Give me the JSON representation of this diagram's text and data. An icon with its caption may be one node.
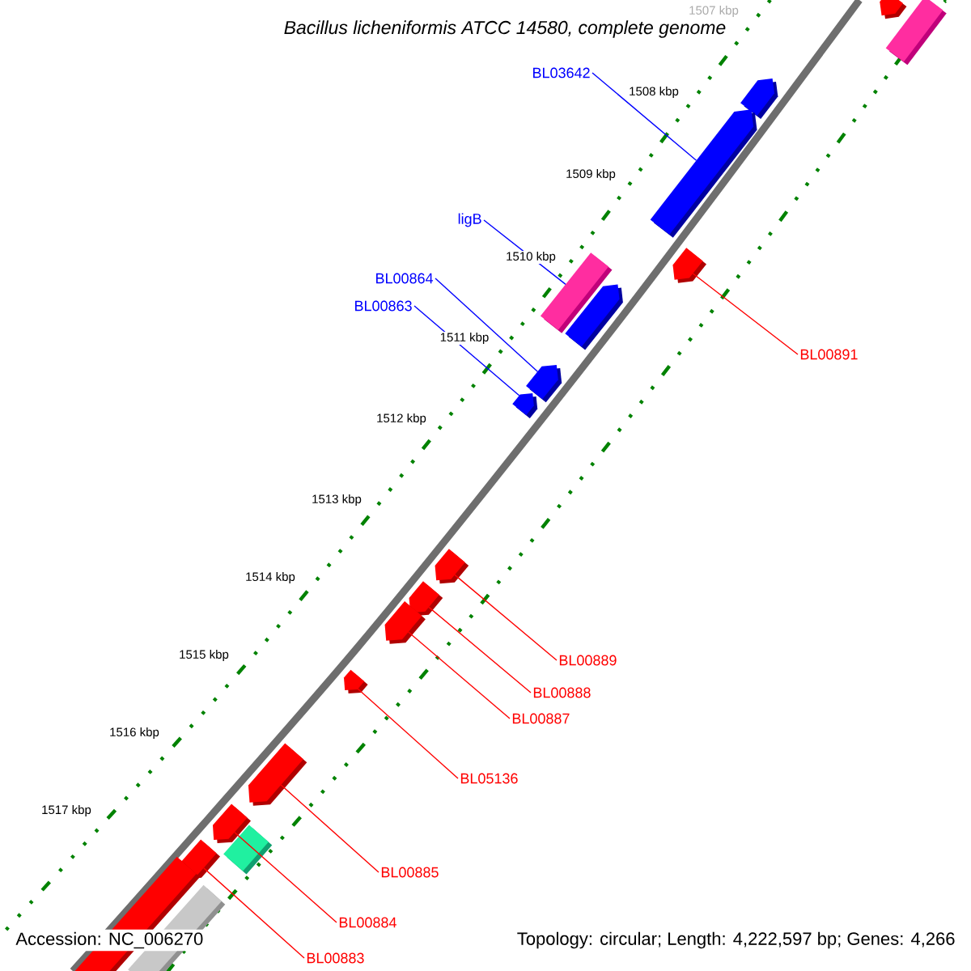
{
  "diagram": {
    "title": "Bacillus licheniformis ATCC 14580, complete genome",
    "nodes": [
      {
        "text": [],
        "shape": "arrow"
      },
      {
        "text": [],
        "shape": "box"
      },
      {
        "text": [
          "BL03642"
        ]
      },
      {
        "text": [],
        "shape": "arrow"
      },
      {
        "text": [],
        "shape": "arrow"
      },
      {
        "text": [
          "ligB"
        ]
      },
      {
        "text": [],
        "shape": "arrow"
      },
      {
        "text": [
          "BL00864"
        ]
      },
      {
        "text": [],
        "shape": "box"
      },
      {
        "text": [
          "BL00863"
        ]
      },
      {
        "text": [],
        "shape": "arrow"
      },
      {
        "text": [
          "BL00891"
        ]
      },
      {
        "text": [],
        "shape": "arrow"
      },
      {
        "text": [],
        "shape": "arrow"
      },
      {
        "text": [],
        "shape": "arrow"
      },
      {
        "text": [],
        "shape": "arrow"
      },
      {
        "text": [],
        "shape": "arrow"
      },
      {
        "text": [
          "BL00889"
        ]
      },
      {
        "text": [
          "BL00888"
        ]
      },
      {
        "text": [
          "BL00887"
        ]
      },
      {
        "text": [],
        "shape": "arrow"
      },
      {
        "text": [
          "BL05136"
        ]
      },
      {
        "text": [],
        "shape": "arrow"
      },
      {
        "text": [],
        "shape": "arrow"
      },
      {
        "text": [],
        "shape": "box"
      },
      {
        "text": [],
        "shape": "arrow"
      },
      {
        "text": [
          "BL00885"
        ]
      },
      {
        "text": [],
        "shape": "arrow"
      },
      {
        "text": [],
        "shape": "box"
      },
      {
        "text": [
          "BL00884"
        ]
      },
      {
        "text": [
          "BL00883"
        ]
      }
    ],
    "edges": [
      {
        "from": 2,
        "to": 4,
        "arrow": "none",
        "color": "#0000ff"
      },
      {
        "from": 5,
        "to": 8,
        "arrow": "none",
        "color": "#0000ff"
      },
      {
        "from": 7,
        "to": 12,
        "arrow": "none",
        "color": "#0000ff"
      },
      {
        "from": 9,
        "to": 13,
        "arrow": "none",
        "color": "#0000ff"
      },
      {
        "from": 11,
        "to": 6,
        "arrow": "none"
      },
      {
        "from": 17,
        "to": 14,
        "arrow": "none"
      },
      {
        "from": 18,
        "to": 15,
        "arrow": "none"
      },
      {
        "from": 19,
        "to": 16,
        "arrow": "none"
      },
      {
        "from": 21,
        "to": 20,
        "arrow": "none"
      },
      {
        "from": 26,
        "to": 22,
        "arrow": "none"
      },
      {
        "from": 29,
        "to": 23,
        "arrow": "none"
      },
      {
        "from": 30,
        "to": 25,
        "arrow": "none"
      }
    ],
    "labels": [
      "1507 kbp",
      "1508 kbp",
      "1509 kbp",
      "1510 kbp",
      "1511 kbp",
      "1512 kbp",
      "1513 kbp",
      "1514 kbp",
      "1515 kbp",
      "1516 kbp",
      "1517 kbp",
      "Accession: NC_006270",
      "Topology: circular; Length: 4,222,597 bp; Genes: 4,266"
    ]
  }
}
